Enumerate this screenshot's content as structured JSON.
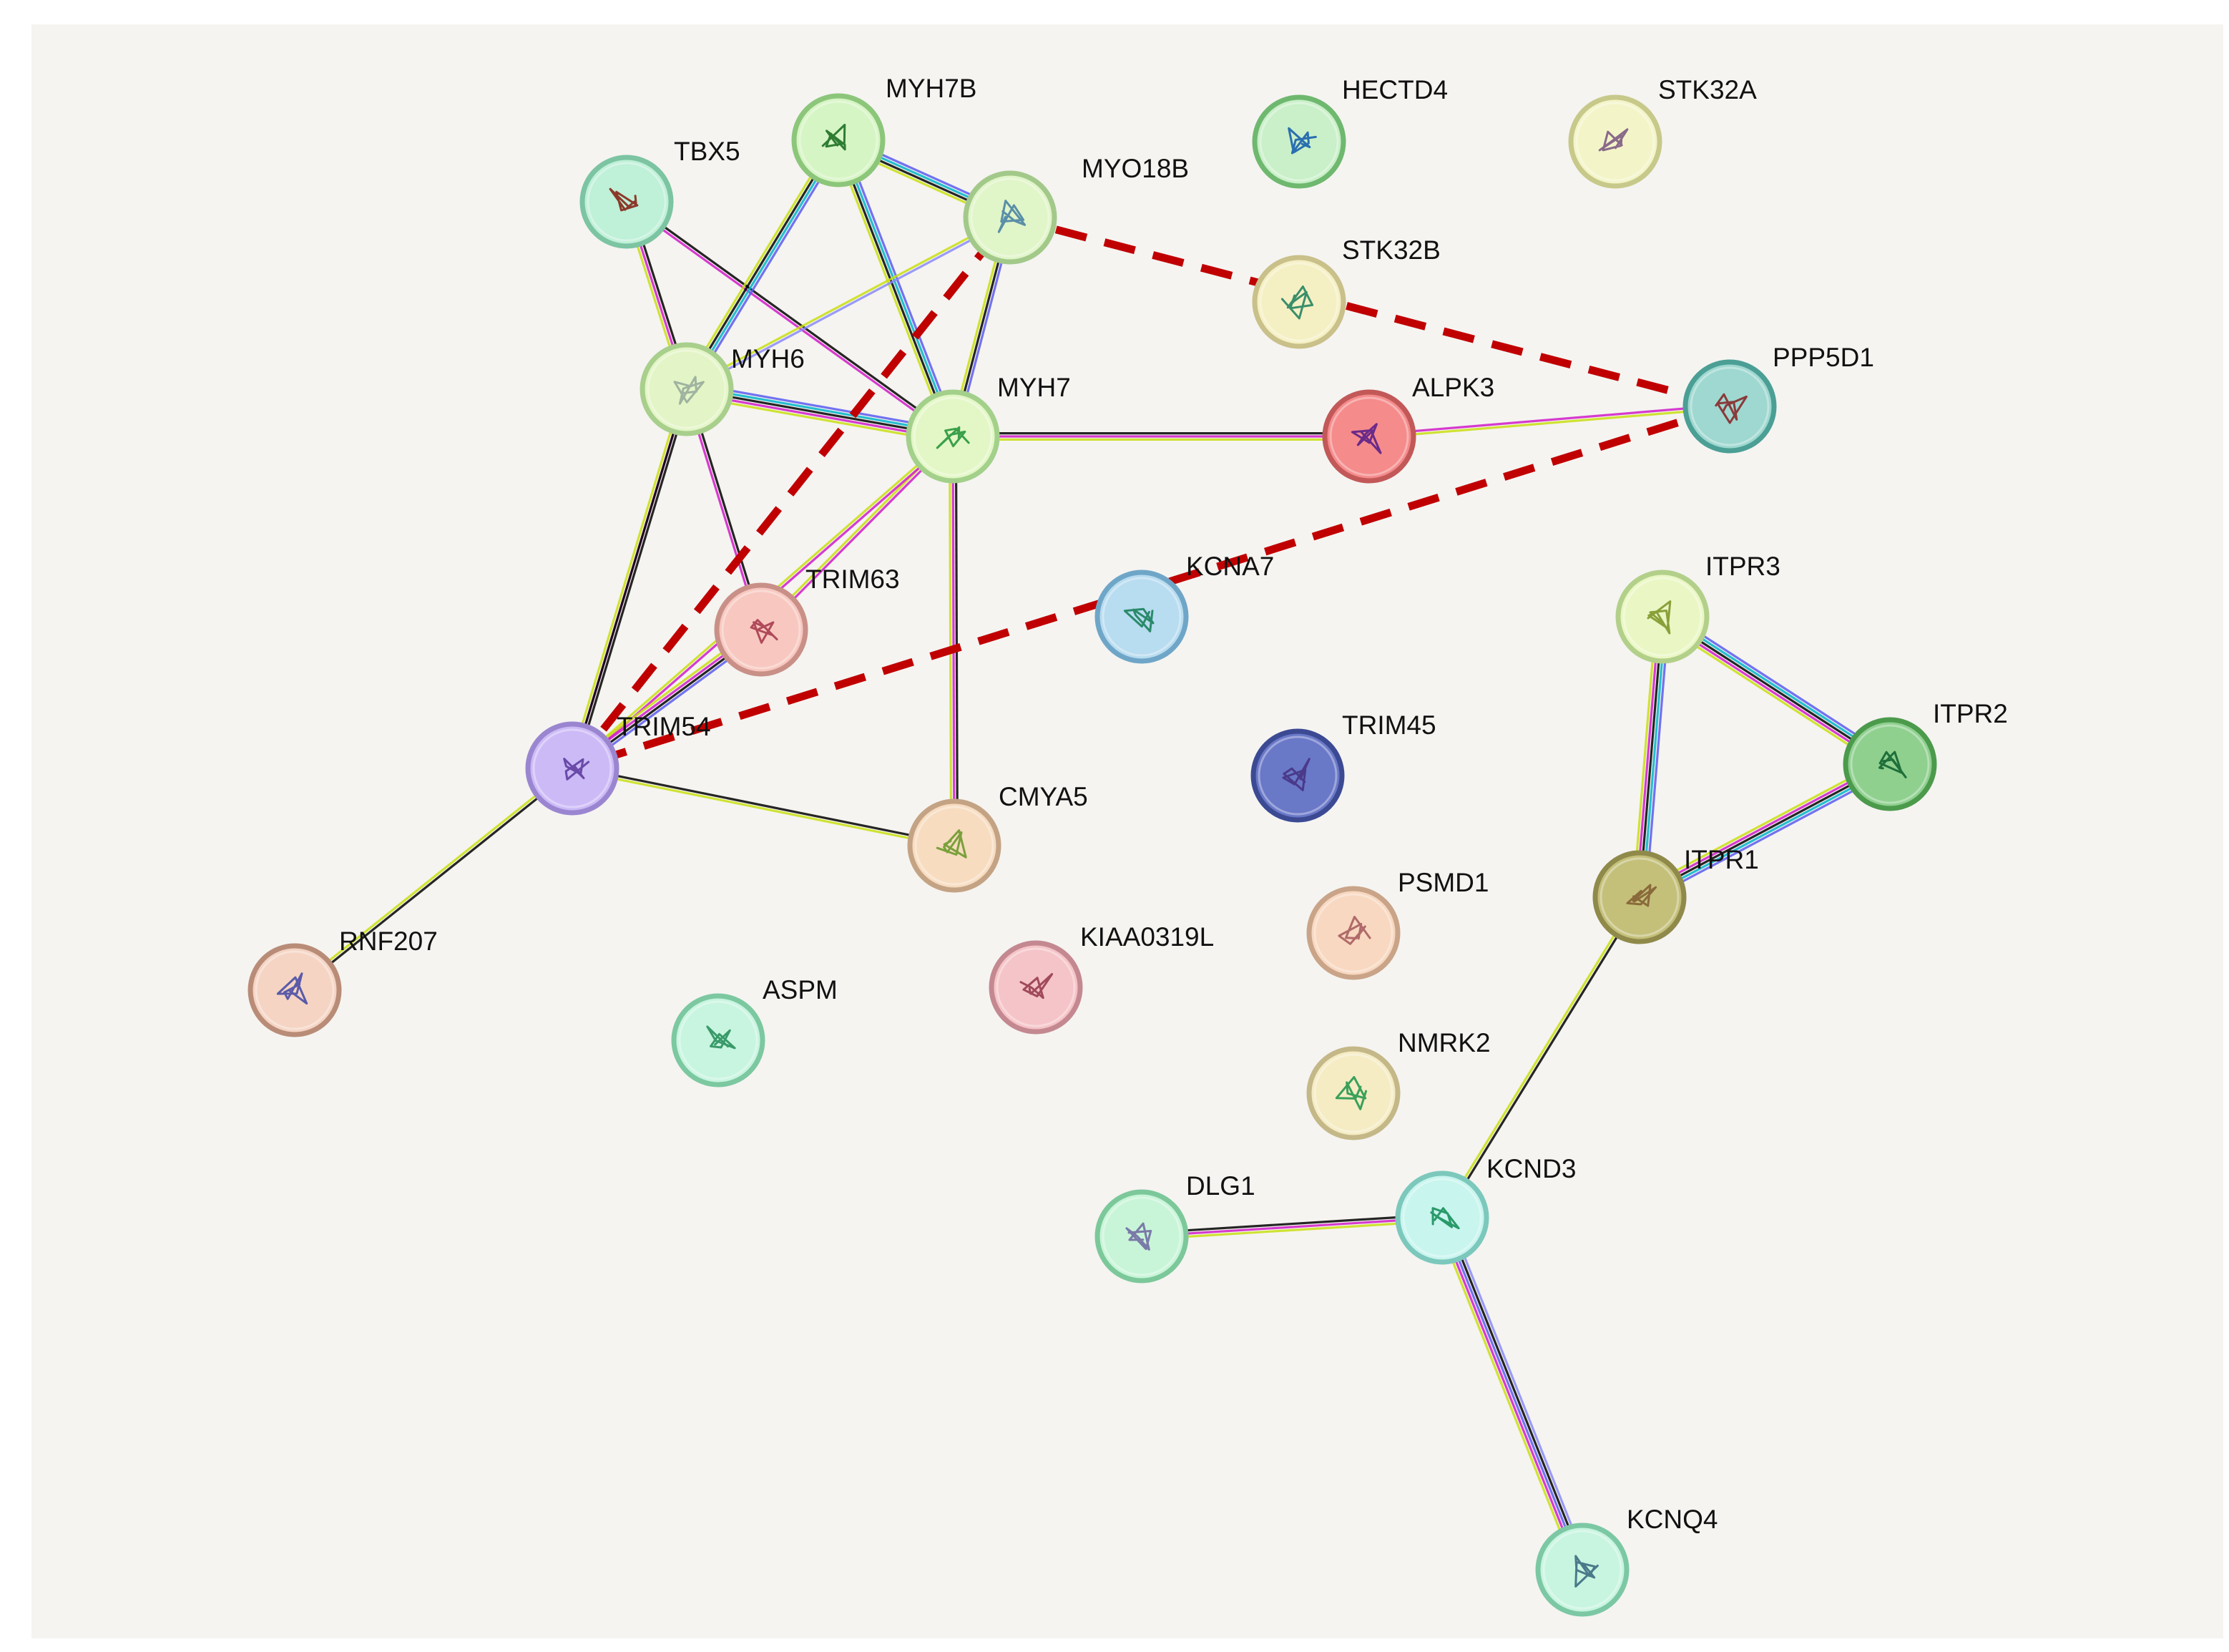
{
  "network": {
    "background": "#f5f4f1",
    "nodes": [
      {
        "id": "TBX5",
        "label": "TBX5",
        "fill": "#bff0d8",
        "ring": "#7cc4a2",
        "glyph": "#8b3a2a"
      },
      {
        "id": "MYH7B",
        "label": "MYH7B",
        "fill": "#d6f5c4",
        "ring": "#8cc67a",
        "glyph": "#2e7d32"
      },
      {
        "id": "MYO18B",
        "label": "MYO18B",
        "fill": "#e0f5c8",
        "ring": "#a3c98a",
        "glyph": "#5a8fa8"
      },
      {
        "id": "HECTD4",
        "label": "HECTD4",
        "fill": "#c9f0c8",
        "ring": "#6fb86f",
        "glyph": "#2a6fb0"
      },
      {
        "id": "STK32A",
        "label": "STK32A",
        "fill": "#f3f5c8",
        "ring": "#c7c98a",
        "glyph": "#8a6a8a"
      },
      {
        "id": "STK32B",
        "label": "STK32B",
        "fill": "#f5f0c4",
        "ring": "#c9c08a",
        "glyph": "#3a8f6a"
      },
      {
        "id": "MYH6",
        "label": "MYH6",
        "fill": "#e3f5c6",
        "ring": "#a8cf8c",
        "glyph": "#9fb3a0"
      },
      {
        "id": "MYH7",
        "label": "MYH7",
        "fill": "#e3f7c6",
        "ring": "#a3d08a",
        "glyph": "#3aa04a"
      },
      {
        "id": "ALPK3",
        "label": "ALPK3",
        "fill": "#f58b8b",
        "ring": "#c25858",
        "glyph": "#6a2a8a"
      },
      {
        "id": "PPP5D1",
        "label": "PPP5D1",
        "fill": "#9ed8d0",
        "ring": "#4b9f95",
        "glyph": "#8a3a3a"
      },
      {
        "id": "TRIM63",
        "label": "TRIM63",
        "fill": "#f8c8c0",
        "ring": "#c99088",
        "glyph": "#b04a5a"
      },
      {
        "id": "KCNA7",
        "label": "KCNA7",
        "fill": "#b8dcf0",
        "ring": "#6fa6c8",
        "glyph": "#2a8a6a"
      },
      {
        "id": "ITPR3",
        "label": "ITPR3",
        "fill": "#eaf7c4",
        "ring": "#b3d08a",
        "glyph": "#8aa03a"
      },
      {
        "id": "ITPR2",
        "label": "ITPR2",
        "fill": "#8fd08f",
        "ring": "#4c9a4c",
        "glyph": "#1f6f3a"
      },
      {
        "id": "TRIM54",
        "label": "TRIM54",
        "fill": "#ccbaf7",
        "ring": "#9a86d0",
        "glyph": "#6a4aa8"
      },
      {
        "id": "TRIM45",
        "label": "TRIM45",
        "fill": "#6a78c8",
        "ring": "#3c4a94",
        "glyph": "#4a3a8a"
      },
      {
        "id": "CMYA5",
        "label": "CMYA5",
        "fill": "#f7dcc0",
        "ring": "#c4a384",
        "glyph": "#7aa03a"
      },
      {
        "id": "ITPR1",
        "label": "ITPR1",
        "fill": "#c4c07a",
        "ring": "#8f8a4a",
        "glyph": "#8a6a3a"
      },
      {
        "id": "PSMD1",
        "label": "PSMD1",
        "fill": "#f8d8c0",
        "ring": "#c9a488",
        "glyph": "#b06a6a"
      },
      {
        "id": "RNF207",
        "label": "RNF207",
        "fill": "#f5d4c4",
        "ring": "#b98c78",
        "glyph": "#5a5aa8"
      },
      {
        "id": "KIAA0319L",
        "label": "KIAA0319L",
        "fill": "#f5c4c8",
        "ring": "#c48890",
        "glyph": "#a04a5a"
      },
      {
        "id": "ASPM",
        "label": "ASPM",
        "fill": "#c8f5e0",
        "ring": "#7cc8a0",
        "glyph": "#3a9a6a"
      },
      {
        "id": "NMRK2",
        "label": "NMRK2",
        "fill": "#f5ecc4",
        "ring": "#c4b888",
        "glyph": "#3aa05a"
      },
      {
        "id": "DLG1",
        "label": "DLG1",
        "fill": "#c8f5d8",
        "ring": "#7cc89a",
        "glyph": "#7a7aa8"
      },
      {
        "id": "KCND3",
        "label": "KCND3",
        "fill": "#c8f5ee",
        "ring": "#7cc8bc",
        "glyph": "#2a9a6a"
      },
      {
        "id": "KCNQ4",
        "label": "KCNQ4",
        "fill": "#c8f5e0",
        "ring": "#7cc8a4",
        "glyph": "#4a7a8a"
      }
    ],
    "edges": [
      {
        "from": "TBX5",
        "to": "MYH6",
        "evidence": [
          "#000000",
          "#d01ac8",
          "#c8de12"
        ]
      },
      {
        "from": "TBX5",
        "to": "MYH7",
        "evidence": [
          "#000000",
          "#d01ac8"
        ]
      },
      {
        "from": "MYH7B",
        "to": "MYH6",
        "evidence": [
          "#5a5af0",
          "#00b4c8",
          "#000000",
          "#c8de12"
        ]
      },
      {
        "from": "MYH7B",
        "to": "MYH7",
        "evidence": [
          "#5a5af0",
          "#00b4c8",
          "#000000",
          "#c8de12"
        ]
      },
      {
        "from": "MYH7B",
        "to": "MYO18B",
        "evidence": [
          "#5a5af0",
          "#00b4c8",
          "#000000",
          "#c8de12"
        ]
      },
      {
        "from": "MYO18B",
        "to": "MYH6",
        "evidence": [
          "#8a8af8",
          "#c8de12"
        ]
      },
      {
        "from": "MYO18B",
        "to": "MYH7",
        "evidence": [
          "#5a5af0",
          "#000000",
          "#c8de12"
        ]
      },
      {
        "from": "MYH6",
        "to": "MYH7",
        "evidence": [
          "#5a5af0",
          "#00b4c8",
          "#000000",
          "#d01ac8",
          "#c8de12"
        ]
      },
      {
        "from": "MYH6",
        "to": "TRIM63",
        "evidence": [
          "#000000",
          "#d01ac8"
        ]
      },
      {
        "from": "MYH6",
        "to": "TRIM54",
        "evidence": [
          "#000000",
          "#d01ac8",
          "#c8de12"
        ]
      },
      {
        "from": "MYH7",
        "to": "TRIM63",
        "evidence": [
          "#d01ac8",
          "#c8de12"
        ]
      },
      {
        "from": "MYH7",
        "to": "TRIM54",
        "evidence": [
          "#d01ac8",
          "#c8de12"
        ]
      },
      {
        "from": "MYH7",
        "to": "CMYA5",
        "evidence": [
          "#000000",
          "#d01ac8",
          "#c8de12"
        ]
      },
      {
        "from": "MYH7",
        "to": "ALPK3",
        "evidence": [
          "#000000",
          "#d01ac8",
          "#c8de12"
        ]
      },
      {
        "from": "MYH6",
        "to": "TRIM54",
        "evidence": [
          "#000000"
        ]
      },
      {
        "from": "TRIM63",
        "to": "TRIM54",
        "evidence": [
          "#5a5af0",
          "#000000",
          "#d01ac8",
          "#c8de12"
        ]
      },
      {
        "from": "TRIM54",
        "to": "CMYA5",
        "evidence": [
          "#000000",
          "#c8de12"
        ]
      },
      {
        "from": "TRIM54",
        "to": "RNF207",
        "evidence": [
          "#000000",
          "#c8de12"
        ]
      },
      {
        "from": "ALPK3",
        "to": "PPP5D1",
        "evidence": [
          "#d01ac8",
          "#c8de12"
        ]
      },
      {
        "from": "ITPR3",
        "to": "ITPR2",
        "evidence": [
          "#5a5af0",
          "#00b4c8",
          "#000000",
          "#d01ac8",
          "#c8de12"
        ]
      },
      {
        "from": "ITPR3",
        "to": "ITPR1",
        "evidence": [
          "#5a5af0",
          "#00b4c8",
          "#000000",
          "#d01ac8",
          "#c8de12"
        ]
      },
      {
        "from": "ITPR2",
        "to": "ITPR1",
        "evidence": [
          "#5a5af0",
          "#00b4c8",
          "#000000",
          "#d01ac8",
          "#c8de12"
        ]
      },
      {
        "from": "ITPR1",
        "to": "KCND3",
        "evidence": [
          "#000000",
          "#c8de12"
        ]
      },
      {
        "from": "DLG1",
        "to": "KCND3",
        "evidence": [
          "#000000",
          "#d01ac8",
          "#c8de12"
        ]
      },
      {
        "from": "KCND3",
        "to": "KCNQ4",
        "evidence": [
          "#8a8af8",
          "#000000",
          "#5a5af0",
          "#d01ac8",
          "#c8de12"
        ]
      }
    ],
    "highlight": {
      "color": "#c00000",
      "paths": [
        [
          "TRIM54",
          "MYO18B",
          "PPP5D1",
          "TRIM54"
        ]
      ]
    }
  }
}
